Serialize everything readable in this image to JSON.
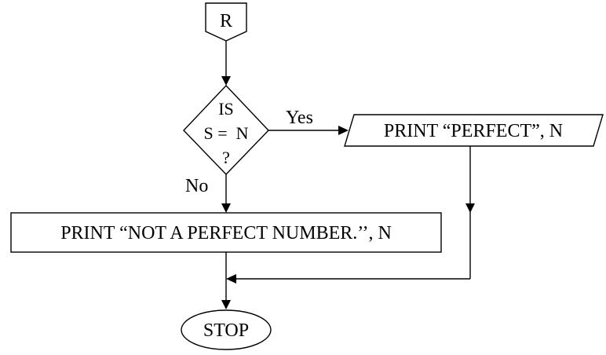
{
  "connector": {
    "label": "R"
  },
  "decision": {
    "line1": "IS",
    "line2": "S =  N",
    "line3": "?",
    "yes_label": "Yes",
    "no_label": "No"
  },
  "output_perfect": {
    "text": "PRINT “PERFECT”, N"
  },
  "output_not_perfect": {
    "text": "PRINT “NOT A PERFECT NUMBER.’’, N"
  },
  "terminal": {
    "label": "STOP"
  }
}
